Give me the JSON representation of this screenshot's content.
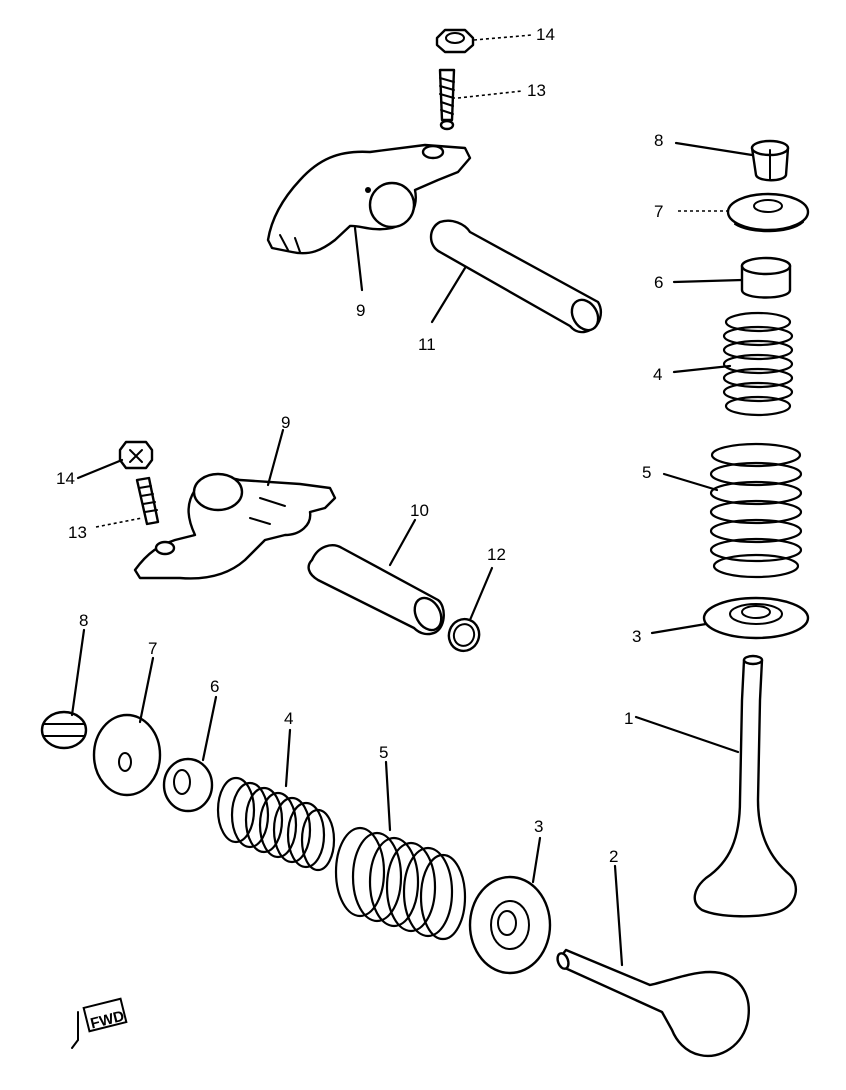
{
  "callouts": {
    "top_14": "14",
    "top_13": "13",
    "top_9": "9",
    "top_11": "11",
    "right_8": "8",
    "right_7": "7",
    "right_6": "6",
    "right_4": "4",
    "right_5": "5",
    "right_3": "3",
    "right_1": "1",
    "mid_9": "9",
    "mid_14": "14",
    "mid_13": "13",
    "mid_10": "10",
    "mid_12": "12",
    "low_8": "8",
    "low_7": "7",
    "low_6": "6",
    "low_4": "4",
    "low_5": "5",
    "low_3": "3",
    "low_2": "2"
  },
  "direction_marker": "FWD"
}
